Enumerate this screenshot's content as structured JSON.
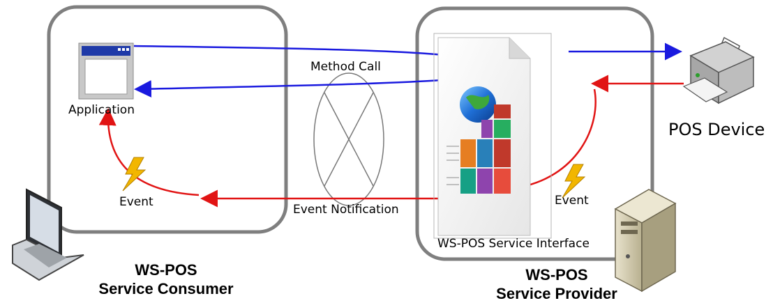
{
  "diagram": {
    "consumer": {
      "app_label": "Application",
      "event_label": "Event",
      "title_line1": "WS-POS",
      "title_line2": "Service Consumer"
    },
    "middle": {
      "method_call_label": "Method Call",
      "event_notification_label": "Event Notification"
    },
    "provider": {
      "interface_label": "WS-POS Service  Interface",
      "event_label": "Event",
      "title_line1": "WS-POS",
      "title_line2": "Service Provider"
    },
    "device": {
      "label": "POS Device"
    },
    "colors": {
      "call_arrow": "#1a1adf",
      "event_arrow": "#e11414",
      "box_border": "#7f7f7f",
      "event_bolt": "#f2b600"
    }
  }
}
